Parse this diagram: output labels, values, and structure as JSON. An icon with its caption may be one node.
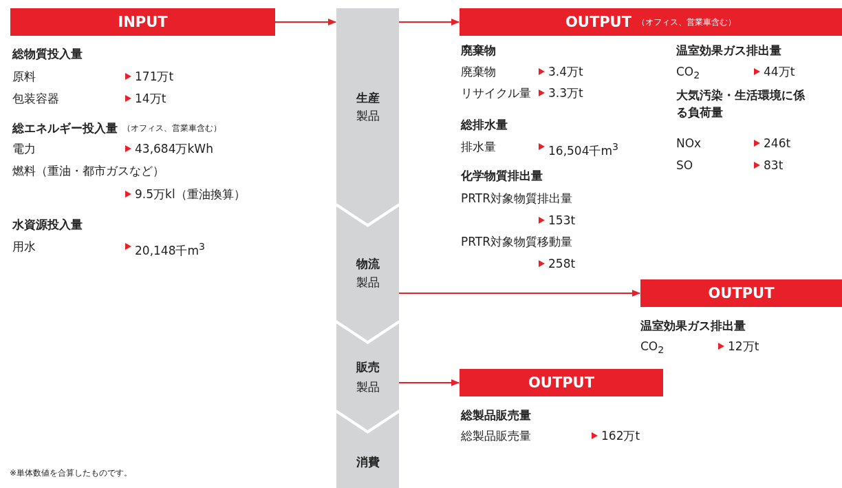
{
  "diagram": {
    "nodes": [
      {
        "text": [
          "INPUT"
        ]
      },
      {
        "text": [
          "生産",
          "製品"
        ]
      },
      {
        "text": [
          "物流",
          "製品"
        ]
      },
      {
        "text": [
          "販売",
          "製品"
        ]
      },
      {
        "text": [
          "消費"
        ]
      },
      {
        "text": [
          "OUTPUT",
          "（オフィス、営業車含む）"
        ]
      },
      {
        "text": [
          "OUTPUT"
        ]
      },
      {
        "text": [
          "OUTPUT"
        ]
      }
    ],
    "edges": [
      {
        "from": 0,
        "to": 1,
        "arrow": "to"
      },
      {
        "from": 1,
        "to": 5,
        "arrow": "to"
      },
      {
        "from": 2,
        "to": 6,
        "arrow": "to"
      },
      {
        "from": 3,
        "to": 7,
        "arrow": "to"
      }
    ],
    "labels": [
      "総物質投入量",
      "原料",
      "171万t",
      "包装容器",
      "14万t",
      "総エネルギー投入量",
      "（オフィス、営業車含む）",
      "電力",
      "43,684万kWh",
      "燃料（重油・都市ガスなど）",
      "9.5万kl（重油換算）",
      "水資源投入量",
      "用水",
      "20,148千m$^{3}$",
      "廃棄物",
      "温室効果ガス排出量",
      "廃棄物",
      "3.4万t",
      "CO$_{2}$",
      "44万t",
      "リサイクル量",
      "3.3万t",
      "大気汚染・生活環境に係る負荷量",
      "総排水量",
      "排水量",
      "16,504千m$^{3}$",
      "NOx",
      "246t",
      "SO",
      "83t",
      "化学物質排出量",
      "PRTR対象物質排出量",
      "153t",
      "PRTR対象物質移動量",
      "258t",
      "温室効果ガス排出量",
      "CO$_{2}$",
      "12万t",
      "総製品販売量",
      "総製品販売量",
      "162万t",
      "※単体数値を合算したものです。"
    ]
  }
}
